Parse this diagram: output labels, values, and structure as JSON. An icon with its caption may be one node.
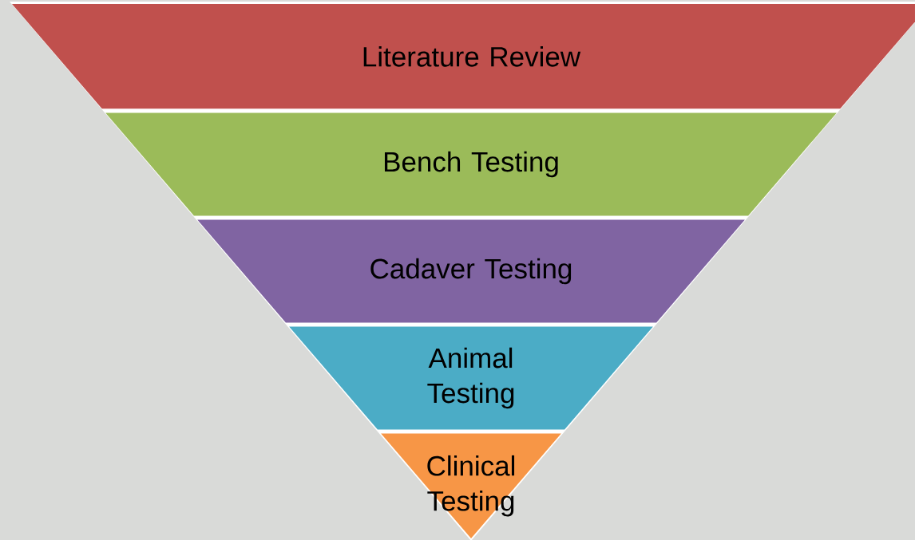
{
  "diagram": {
    "nodes": [
      {
        "text": [
          "Literature Review"
        ]
      },
      {
        "text": [
          "Bench Testing"
        ]
      },
      {
        "text": [
          "Cadaver Testing"
        ]
      },
      {
        "text": [
          "Animal Testing"
        ]
      },
      {
        "text": [
          "Clinical Testing"
        ]
      }
    ]
  }
}
